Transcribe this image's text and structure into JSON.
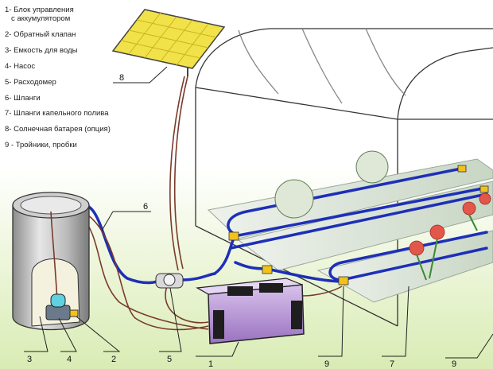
{
  "legend": [
    {
      "line1": "1- Блок управления",
      "line2": "с аккумулятором"
    },
    {
      "line1": "2-  Обратный клапан"
    },
    {
      "line1": "3- Емкость для воды"
    },
    {
      "line1": "4- Насос"
    },
    {
      "line1": "5-  Расходомер"
    },
    {
      "line1": "6- Шланги"
    },
    {
      "line1": "7- Шланги капельного полива"
    },
    {
      "line1": "8- Солнечная батарея (опция)"
    },
    {
      "line1": "9 - Тройники, пробки"
    }
  ],
  "callouts": {
    "c8": "8",
    "c6": "6",
    "c3": "3",
    "c4": "4",
    "c2": "2",
    "c5": "5",
    "c1": "1",
    "c9a": "9",
    "c7": "7",
    "c9b": "9"
  },
  "colors": {
    "hose_blue": "#1d2fb8",
    "hose_brown": "#7a3a2a",
    "battery_purple": "#b08ad0",
    "panel_yellow": "#f2e24a",
    "fitting_yellow": "#f2c21a"
  }
}
